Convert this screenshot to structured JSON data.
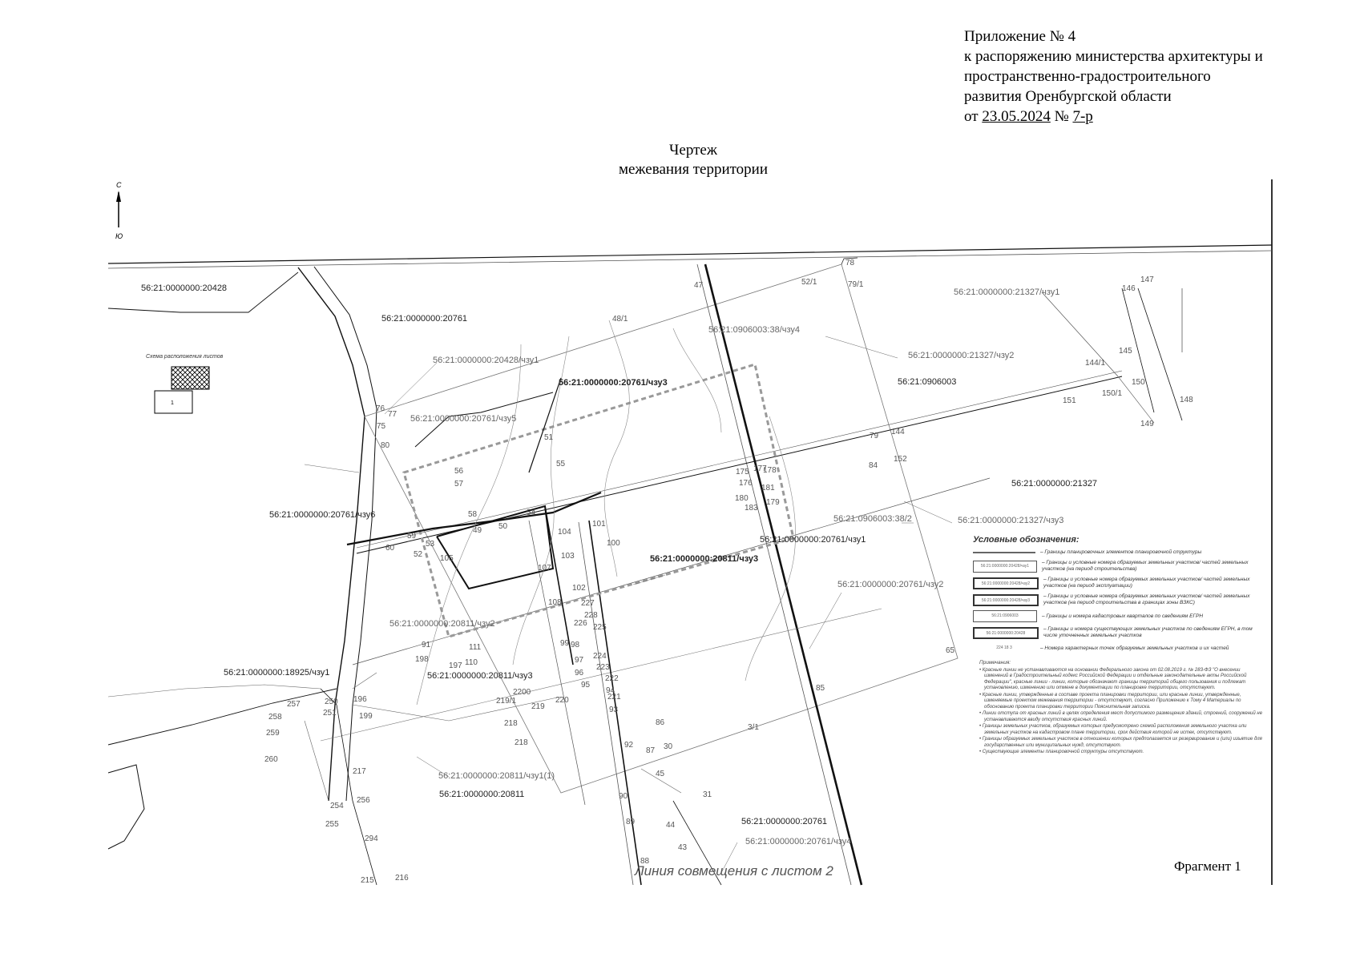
{
  "header": {
    "line1": "Приложение № 4",
    "line2": "к распоряжению министерства архитектуры и",
    "line3": "пространственно-градостроительного",
    "line4": "развития Оренбургской области",
    "from_label": "от",
    "date": "23.05.2024",
    "num_label": "№",
    "number": "7-р"
  },
  "title": {
    "line1": "Чертеж",
    "line2": "межевания территории"
  },
  "compass": {
    "north": "С",
    "south": "Ю"
  },
  "scheme": {
    "label": "Схема расположения листов",
    "sheet": "1"
  },
  "parcels": {
    "p20428": "56:21:0000000:20428",
    "p20761": "56:21:0000000:20761",
    "p20428zu1": "56:21:0000000:20428/чзу1",
    "p20761zu3": "56:21:0000000:20761/чзу3",
    "p20761zu5": "56:21:0000000:20761/чзу5",
    "p20761zu6": "56:21:0000000:20761/чзу6",
    "p20761zu1": "56:21:0000000:20761/чзу1",
    "p20761zu2": "56:21:0000000:20761/чзу2",
    "p20761zu4": "56:21:0000000:20761/чзу4",
    "p20811zu3a": "56:21:0000000:20811/чзу3",
    "p20811zu2": "56:21:0000000:20811/чзу2",
    "p20811zu3b": "56:21:0000000:20811/чзу3",
    "p20811zu1": "56:21:0000000:20811/чзу1(1)",
    "p20811": "56:21:0000000:20811",
    "p18925": "56:21:0000000:18925/чзу1",
    "p21327zu1": "56:21:0000000:21327/чзу1",
    "p21327zu2": "56:21:0000000:21327/чзу2",
    "p21327zu3": "56:21:0000000:21327/чзу3",
    "p21327": "56:21:0000000:21327",
    "q0906003": "56:21:0906003",
    "q0906003zu4": "56:21:0906003:38/чзу4",
    "q0906003zu2": "56:21:0906003:38/2",
    "p20761b": "56:21:0000000:20761"
  },
  "points": {
    "p78": "78",
    "p79_1": "79/1",
    "p52_1": "52/1",
    "p47": "47",
    "p48_1": "48/1",
    "p146": "146",
    "p147": "147",
    "p145": "145",
    "p144_1": "144/1",
    "p150": "150",
    "p150_1": "150/1",
    "p151": "151",
    "p148": "148",
    "p149": "149",
    "p144": "144",
    "p152": "152",
    "p79": "79",
    "p84": "84",
    "p76": "76",
    "p77": "77",
    "p75": "75",
    "p80": "80",
    "p51": "51",
    "p55": "55",
    "p56": "56",
    "p49": "49",
    "p50": "50",
    "p53": "53",
    "p59": "59",
    "p60": "60",
    "p57": "57",
    "p58": "58",
    "p52": "52",
    "p54": "54",
    "p104": "104",
    "p105": "105",
    "p103": "103",
    "p107": "107",
    "p101": "101",
    "p100": "100",
    "p102": "102",
    "p108": "108",
    "p227": "227",
    "p228": "228",
    "p226": "226",
    "p225": "225",
    "p99": "99",
    "p98": "98",
    "p97": "97",
    "p96": "96",
    "p95": "95",
    "p94": "94",
    "p93": "93",
    "p92": "92",
    "p91": "91",
    "p198": "198",
    "p197": "197",
    "p110": "110",
    "p111": "111",
    "p224": "224",
    "p223": "223",
    "p222": "222",
    "p221": "221",
    "p220": "220",
    "p219_1": "219/1",
    "p219": "219",
    "p218": "218",
    "p2200": "2200",
    "p257": "257",
    "p258": "258",
    "p259": "259",
    "p251": "251",
    "p250": "250",
    "p199": "199",
    "p196": "196",
    "p260": "260",
    "p217": "217",
    "p254": "254",
    "p255": "255",
    "p256": "256",
    "p294": "294",
    "p215": "215",
    "p216": "216",
    "p90": "90",
    "p89": "89",
    "p88": "88",
    "p86": "86",
    "p87": "87",
    "p45": "45",
    "p44": "44",
    "p43": "43",
    "p31": "31",
    "p30": "30",
    "p85": "85",
    "p3_1": "3/1",
    "p65": "65",
    "p175": "175",
    "p176": "176",
    "p177": "177",
    "p178": "178",
    "p179": "179",
    "p180": "180",
    "p181": "181",
    "p183": "183"
  },
  "legend": {
    "title": "Условные обозначения:",
    "items": [
      {
        "swatch": "",
        "text": "– Границы планировочных элементов планировочной структуры"
      },
      {
        "swatch": "56:21:0000000:20428/чзу1",
        "text": "– Границы и условные номера образуемых земельных участков/ частей земельных участков (на период строительства)"
      },
      {
        "swatch": "56:21:0000000:20428/чзу2",
        "text": "– Границы и условные номера образуемых земельных участков/ частей земельных участков (на период эксплуатации)"
      },
      {
        "swatch": "56:21:0000000:20428/чзу3",
        "text": "– Границы и условные номера образуемых земельных участков/ частей земельных участков (на период строительства в границах зоны ВЗКС)"
      },
      {
        "swatch": "56:21:0906003",
        "text": "– Границы и номера кадастровых кварталов по сведениям ЕГРН"
      },
      {
        "swatch": "56:21:0000000:20428",
        "text": "– Границы и номера существующих земельных участков по сведениям ЕГРН, в том числе уточненных земельных участков"
      },
      {
        "swatch": "224  18  3",
        "text": "– Номера характерных точек образуемых земельных участков и их частей"
      }
    ],
    "notes_title": "Примечания:",
    "notes": [
      "Красные линии не устанавливаются на основании Федерального закона от 02.08.2019 г. № 283-ФЗ \"О внесении изменений в Градостроительный кодекс Российской Федерации и отдельные законодательные акты Российской Федерации\", красные линии - линии, которые обозначают границы территорий общего пользования и подлежат установлению, изменению или отмене в документации по планировке территории, отсутствуют.",
      "Красные линии, утвержденные в составе проекта планировки территории, или красные линии, утвержденные, изменяемые проектом межевания территории - отсутствуют, согласно Приложению к Тому 4 Материалы по обоснованию проекта планировки территории Пояснительная записка.",
      "Линии отступа от красных линий в целях определения мест допустимого размещения зданий, строений, сооружений не устанавливаются ввиду отсутствия красных линий.",
      "Границы земельных участков, образуемых которых предусмотрено схемой расположения земельного участка или земельных участков на кадастровом плане территории, срок действия которой не истек, отсутствуют.",
      "Границы образуемых земельных участков в отношении которых предполагается их резервирование и (или) изъятие для государственных или муниципальных нужд, отсутствуют.",
      "Существующие элементы планировочной структуры отсутствуют."
    ]
  },
  "footer": {
    "fragment": "Фрагмент 1",
    "join_line": "Линия совмещения с листом 2"
  }
}
